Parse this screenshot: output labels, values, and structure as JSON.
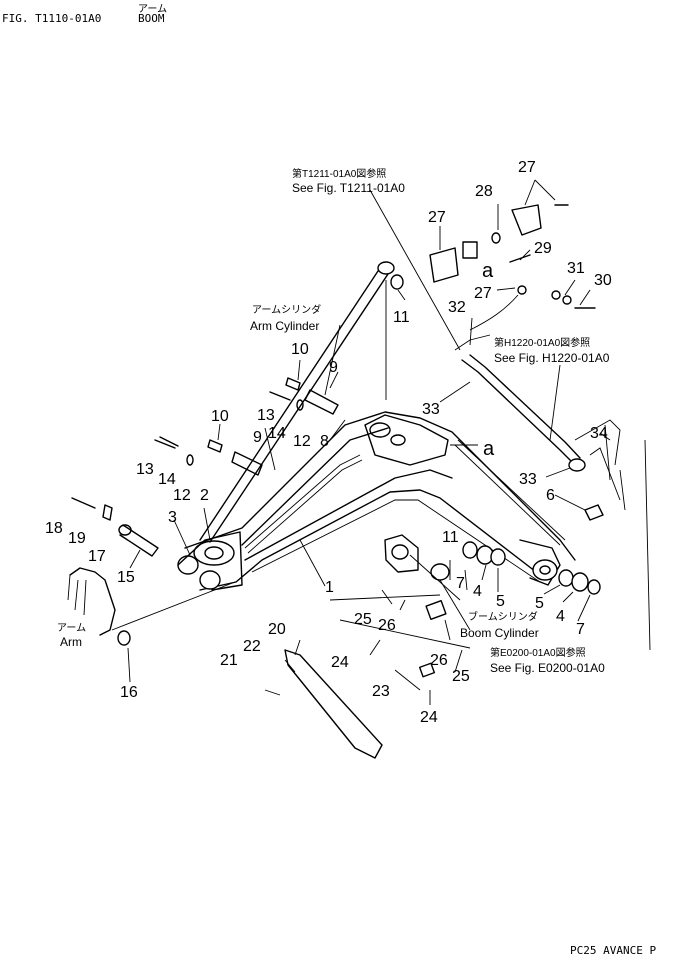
{
  "header": {
    "fig_code": "FIG. T1110-01A0",
    "title_jp": "アーム",
    "title_en": "BOOM",
    "footer_code": "PC25 AVANCE P"
  },
  "refs": {
    "t1211_jp": "第T1211-01A0図参照",
    "t1211_en": "See Fig. T1211-01A0",
    "h1220_jp": "第H1220-01A0図参照",
    "h1220_en": "See Fig. H1220-01A0",
    "e0200_jp": "第E0200-01A0図参照",
    "e0200_en": "See Fig. E0200-01A0"
  },
  "labels": {
    "arm_cyl_jp": "アームシリンダ",
    "arm_cyl_en": "Arm Cylinder",
    "boom_cyl_jp": "ブームシリンダ",
    "boom_cyl_en": "Boom Cylinder",
    "arm_jp": "アーム",
    "arm_en": "Arm",
    "a_upper": "a",
    "a_mid": "a"
  },
  "part_numbers": {
    "p1": "1",
    "p2": "2",
    "p3": "3",
    "p4a": "4",
    "p4b": "4",
    "p5a": "5",
    "p5b": "5",
    "p6": "6",
    "p7a": "7",
    "p7b": "7",
    "p8": "8",
    "p9a": "9",
    "p9b": "9",
    "p10a": "10",
    "p10b": "10",
    "p11a": "11",
    "p11b": "11",
    "p12a": "12",
    "p12b": "12",
    "p13a": "13",
    "p13b": "13",
    "p14a": "14",
    "p14b": "14",
    "p15": "15",
    "p16": "16",
    "p17": "17",
    "p18": "18",
    "p19": "19",
    "p20": "20",
    "p21": "21",
    "p22": "22",
    "p23": "23",
    "p24a": "24",
    "p24b": "24",
    "p25a": "25",
    "p25b": "25",
    "p26a": "26",
    "p26b": "26",
    "p27a": "27",
    "p27b": "27",
    "p27c": "27",
    "p28": "28",
    "p29": "29",
    "p30": "30",
    "p31": "31",
    "p32": "32",
    "p33a": "33",
    "p33b": "33",
    "p34": "34"
  }
}
